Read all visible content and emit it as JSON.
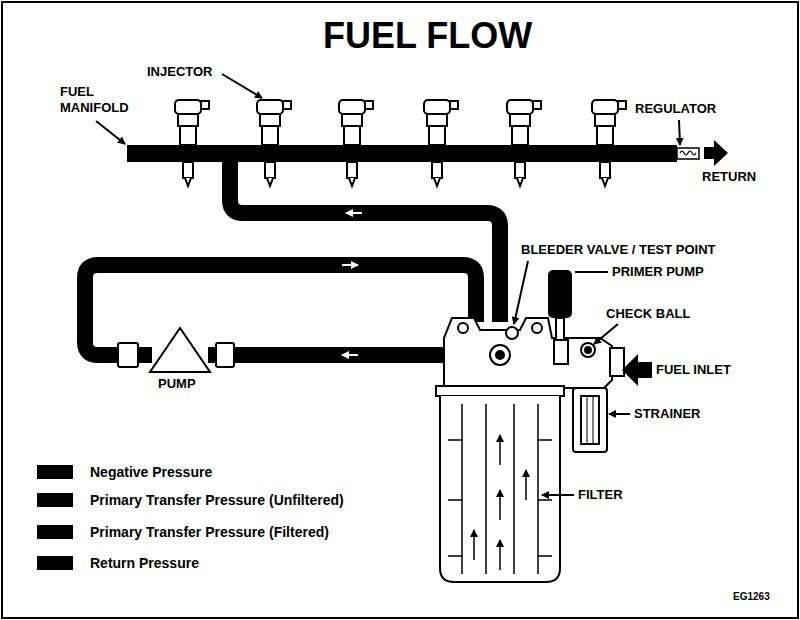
{
  "diagram": {
    "title": "FUEL FLOW",
    "labels": [
      "INJECTOR",
      "FUEL MANIFOLD",
      "REGULATOR",
      "RETURN",
      "BLEEDER VALVE / TEST POINT",
      "PRIMER PUMP",
      "CHECK BALL",
      "FUEL INLET",
      "STRAINER",
      "PUMP",
      "FILTER",
      "EG1263"
    ],
    "legend": [
      {
        "text": "Negative Pressure",
        "color": "#000000"
      },
      {
        "text": "Primary Transfer Pressure (Unfiltered)",
        "color": "#000000"
      },
      {
        "text": "Primary Transfer Pressure (Filtered)",
        "color": "#000000"
      },
      {
        "text": "Return Pressure",
        "color": "#000000"
      }
    ]
  }
}
